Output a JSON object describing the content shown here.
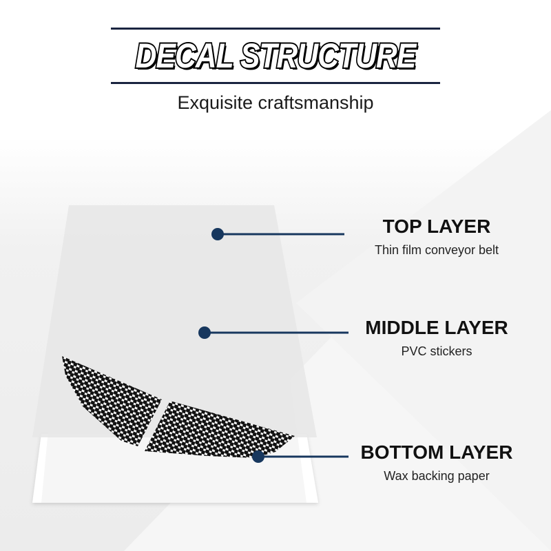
{
  "header": {
    "title": "DECAL STRUCTURE",
    "subtitle": "Exquisite craftsmanship"
  },
  "layers": [
    {
      "title": "TOP LAYER",
      "description": "Thin film conveyor belt"
    },
    {
      "title": "MIDDLE LAYER",
      "description": "PVC stickers"
    },
    {
      "title": "BOTTOM LAYER",
      "description": "Wax backing paper"
    }
  ],
  "colors": {
    "accent": "#17375e",
    "rule": "#1a2440"
  }
}
